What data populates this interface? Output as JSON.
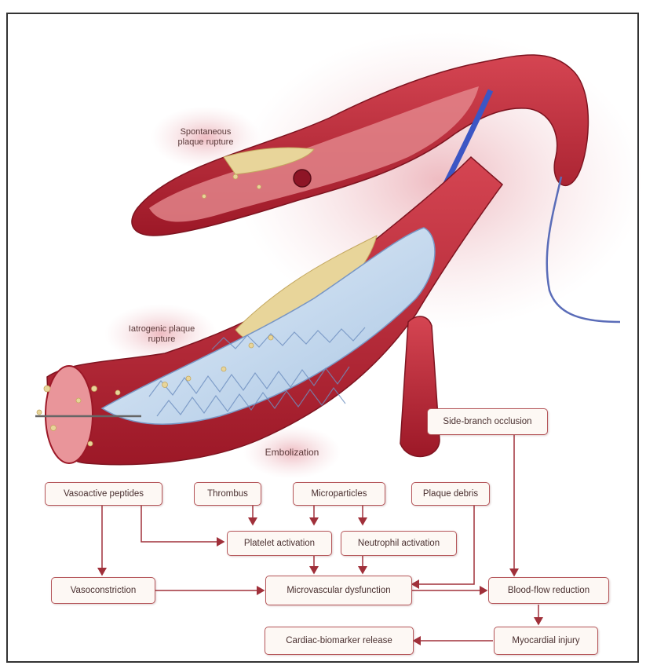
{
  "labels": {
    "spontaneous": "Spontaneous plaque rupture",
    "iatrogenic": "Iatrogenic plaque rupture",
    "embolization": "Embolization"
  },
  "boxes": {
    "side_branch": "Side-branch occlusion",
    "vasoactive": "Vasoactive peptides",
    "thrombus": "Thrombus",
    "microparticles": "Microparticles",
    "plaque_debris": "Plaque debris",
    "platelet": "Platelet activation",
    "neutrophil": "Neutrophil activation",
    "vasoconstriction": "Vasoconstriction",
    "microvascular": "Microvascular dysfunction",
    "bloodflow": "Blood-flow reduction",
    "biomarker": "Cardiac-biomarker release",
    "myocardial": "Myocardial injury"
  },
  "colors": {
    "arrow": "#a0303a",
    "box_border": "#b5565a",
    "vessel": "#b8202e",
    "plaque": "#e8d59a",
    "stent": "#c8dcf0"
  }
}
